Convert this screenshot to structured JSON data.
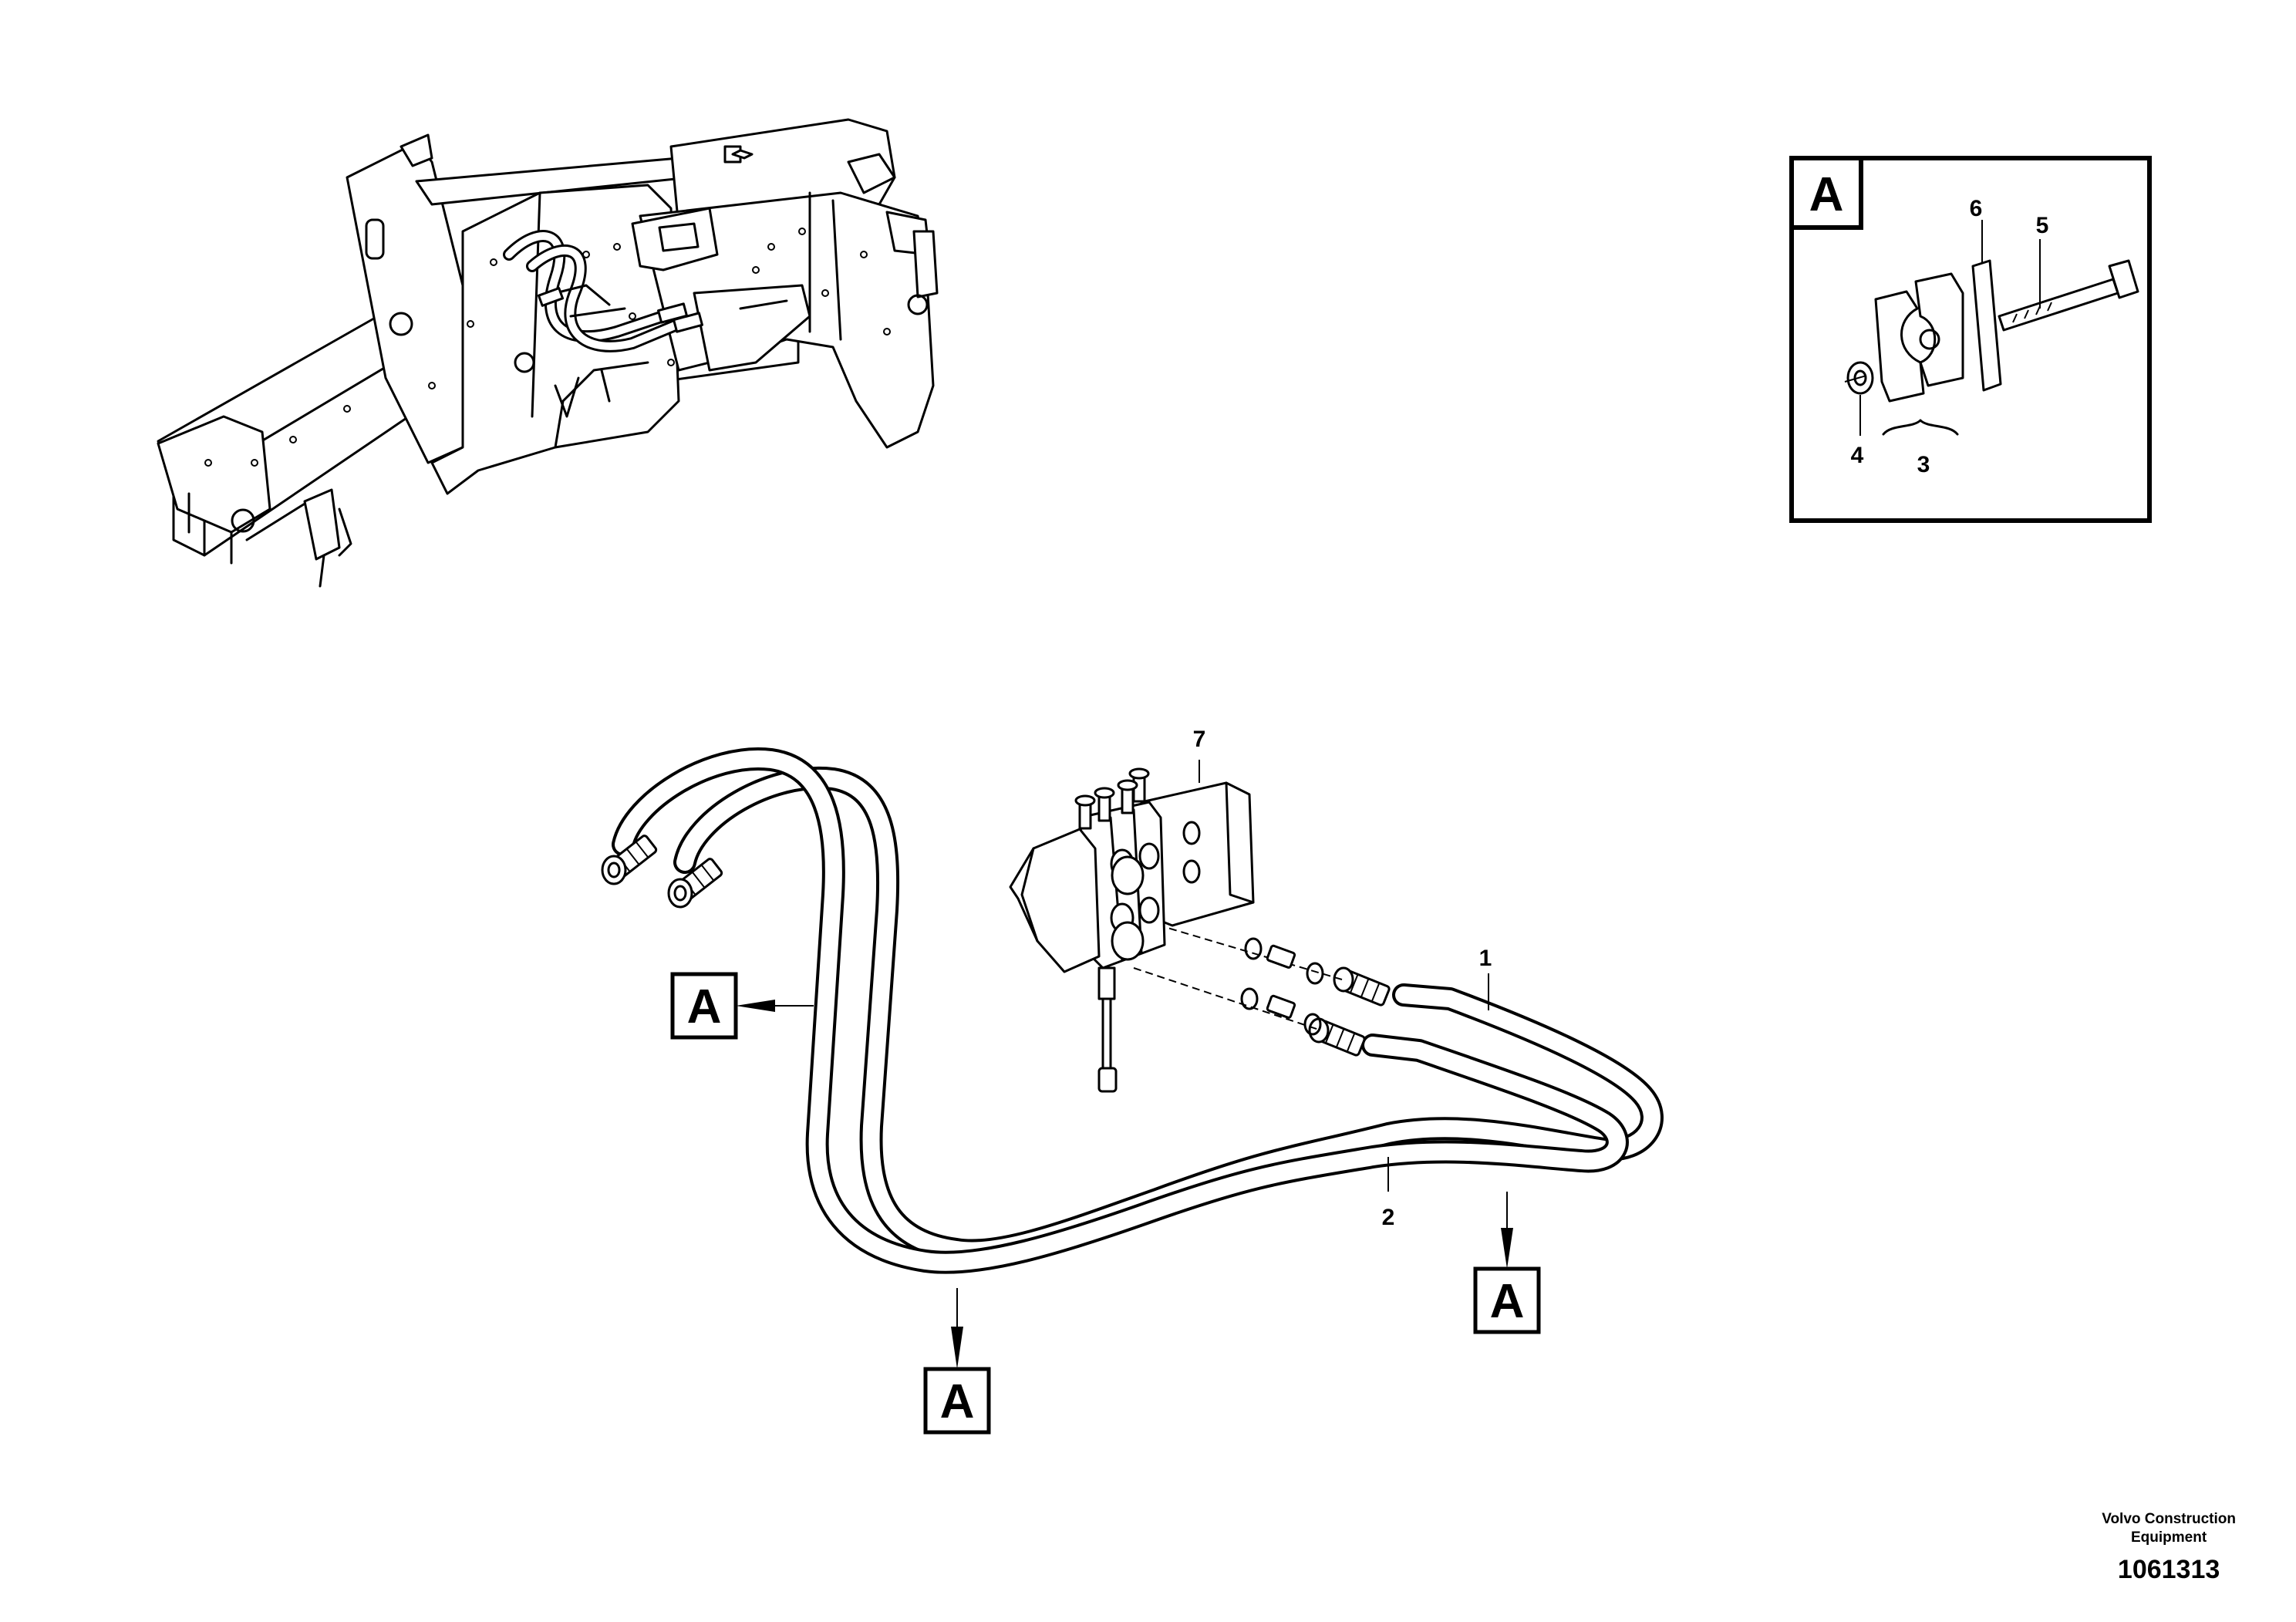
{
  "callouts": {
    "c1": "1",
    "c2": "2",
    "c3": "3",
    "c4": "4",
    "c5": "5",
    "c6": "6",
    "c7": "7"
  },
  "detail_ref": "A",
  "footer": {
    "brand_line1": "Volvo Construction",
    "brand_line2": "Equipment",
    "drawing_number": "1061313"
  },
  "icons": {
    "frame": "loader-frame-illustration",
    "valve": "control-valve-icon",
    "hoses": "hydraulic-hose-icon",
    "clamp": "hose-clamp-assembly-icon"
  }
}
